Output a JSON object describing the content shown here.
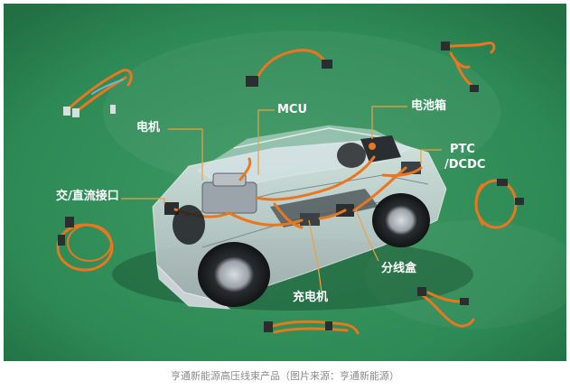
{
  "labels": {
    "motor": "电机",
    "mcu": "MCU",
    "battery": "电池箱",
    "ptc": "PTC",
    "dcdc": "/DCDC",
    "ac_dc_port": "交/直流接口",
    "junction_box": "分线盒",
    "charger": "充电机"
  },
  "caption": "亨通新能源高压线束产品（图片来源：亨通新能源）",
  "colors": {
    "background": "#2d8a55",
    "harness_orange": "#e8771f",
    "leader_line": "#f0a040",
    "label_text": "#ffffff",
    "caption_text": "#8a8a8a"
  }
}
